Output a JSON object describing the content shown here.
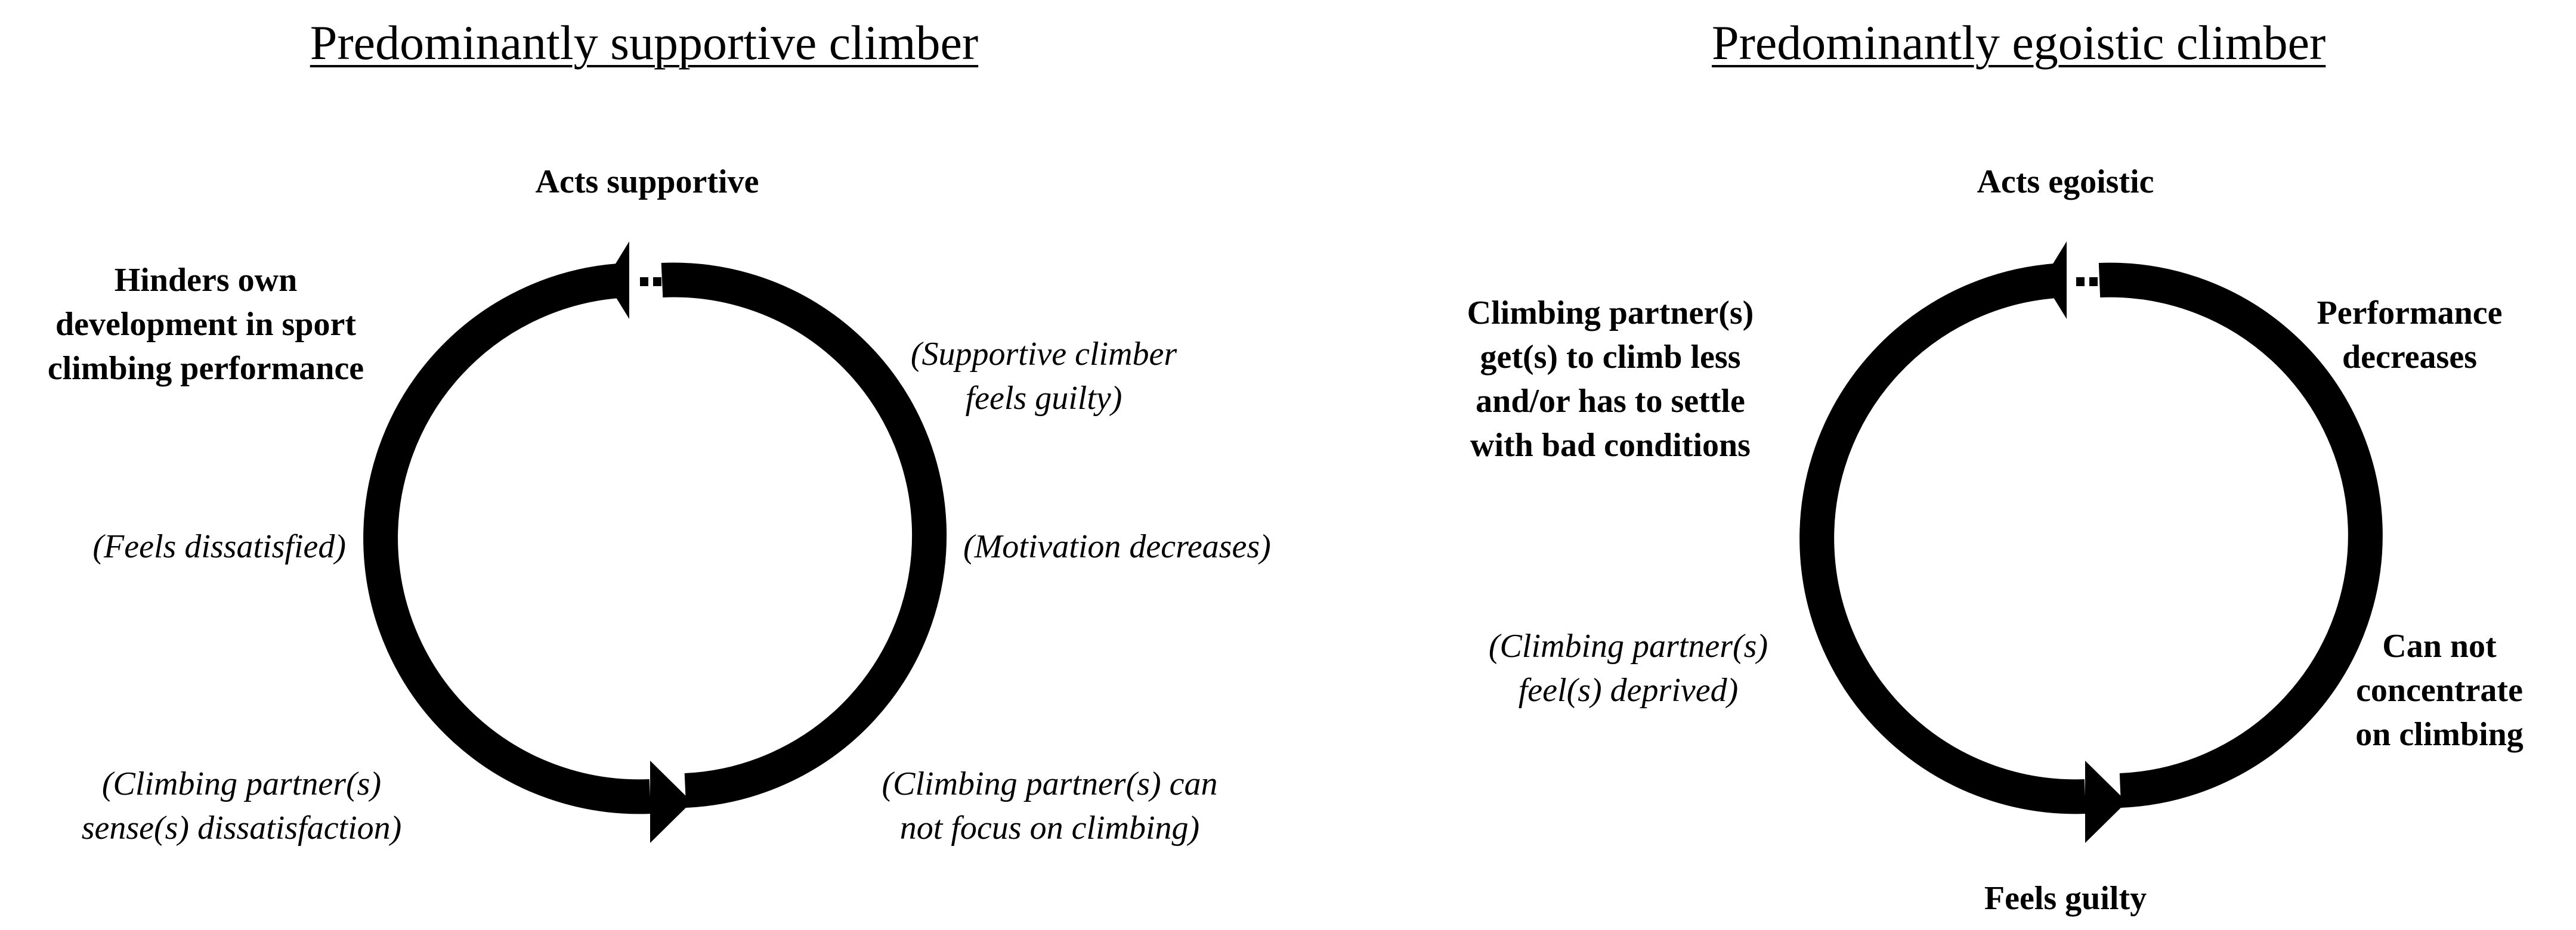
{
  "panels": [
    {
      "title": "Predominantly supportive climber",
      "top_label": "Acts supportive",
      "upper_left": [
        "Hinders own",
        "development in sport",
        "climbing performance"
      ],
      "upper_right": [
        "(Supportive climber",
        "feels guilty)"
      ],
      "mid_left": [
        "(Feels dissatisfied)"
      ],
      "mid_right": [
        "(Motivation decreases)"
      ],
      "lower_left": [
        "(Climbing partner(s)",
        "sense(s) dissatisfaction)"
      ],
      "lower_right": [
        "(Climbing partner(s) can",
        "not focus on climbing)"
      ]
    },
    {
      "title": "Predominantly egoistic climber",
      "top_label": "Acts egoistic",
      "upper_left": [
        "Climbing partner(s)",
        "get(s) to climb less",
        "and/or has to settle",
        "with bad conditions"
      ],
      "upper_right": [
        "Performance",
        "decreases"
      ],
      "lower_left": [
        "(Climbing partner(s)",
        "feel(s) deprived)"
      ],
      "lower_right": [
        "Can not",
        "concentrate",
        "on climbing"
      ],
      "bottom_label": "Feels guilty"
    }
  ]
}
